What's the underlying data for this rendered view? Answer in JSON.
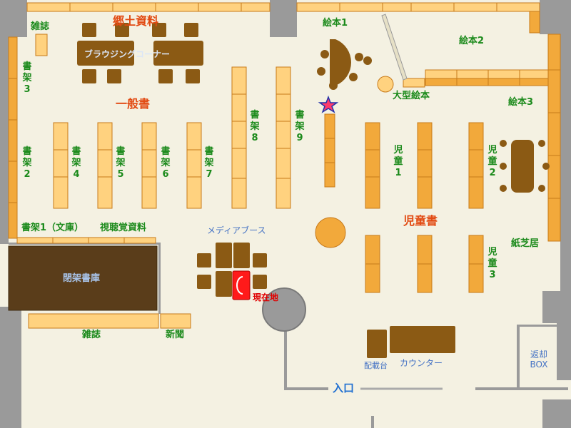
{
  "map": {
    "colors": {
      "floor": "#f4f1e2",
      "wall": "#9a9a9a",
      "shelf_light": "#ffd27f",
      "shelf_dark": "#f2a93b",
      "shelf_border": "#c77a1a",
      "furniture": "#8b5a14",
      "closed_stacks": "#5a3d1a",
      "current_location": "#ff1a1a",
      "label_green": "#1b8a1b",
      "label_red": "#e24a12",
      "label_blue": "#4472c4"
    },
    "labels": {
      "magazine_top": "雑誌",
      "local_materials": "郷土資料",
      "browsing_corner": "ブラウジングコーナー",
      "shelf3": "書架3",
      "general_books": "一般書",
      "shelf2": "書架2",
      "shelf4": "書架4",
      "shelf5": "書架5",
      "shelf6": "書架6",
      "shelf7": "書架7",
      "shelf8": "書架8",
      "shelf9": "書架9",
      "shelf1_bunko": "書架1（文庫）",
      "av_materials": "視聴覚資料",
      "media_booth": "メディアブース",
      "closed_stacks": "閉架書庫",
      "current_location": "現在地",
      "magazine_bottom": "雑誌",
      "newspaper": "新聞",
      "picture_book1": "絵本1",
      "picture_book2": "絵本2",
      "picture_book3": "絵本3",
      "large_picture_books": "大型絵本",
      "children1": "児童1",
      "children2": "児童2",
      "children3": "児童3",
      "children_books": "児童書",
      "kamishibai": "紙芝居",
      "delivery_table": "配載台",
      "counter": "カウンター",
      "return_box": "返却BOX",
      "entrance": "入口"
    }
  }
}
